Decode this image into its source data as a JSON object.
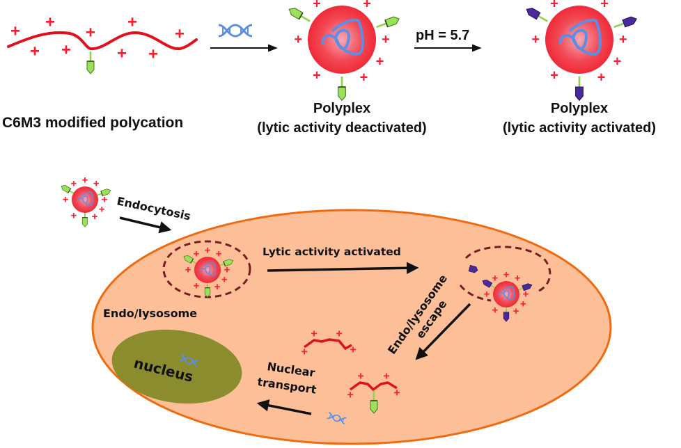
{
  "title": "C6M3 modified polycation polyplex gene delivery scheme",
  "top_row": {
    "polycation_label": "C6M3 modified polycation",
    "step1_reagent": "DNA",
    "polyplex_deactivated": {
      "title": "Polyplex",
      "subtitle": "(lytic activity deactivated)"
    },
    "step2_condition": "pH = 5.7",
    "polyplex_activated": {
      "title": "Polyplex",
      "subtitle": "(lytic activity activated)"
    }
  },
  "cell": {
    "endocytosis_label": "Endocytosis",
    "endolysosome_label": "Endo/lysosome",
    "lytic_label": "Lytic activity activated",
    "escape_label_line1": "Endo/lysosome",
    "escape_label_line2": "escape",
    "nuclear_label_line1": "Nuclear",
    "nuclear_label_line2": "transport",
    "nucleus_label": "nucleus"
  },
  "colors": {
    "polycation": "#e0101e",
    "charge": "#ff1a2e",
    "peptide_inactive": "#8fd44a",
    "peptide_active": "#4a2a9a",
    "dna": "#5b8fe6",
    "cell_fill": "#fcbf98",
    "cell_stroke": "#f06a10",
    "nucleus": "#8a8c2e",
    "endosome": "#7a1a22"
  }
}
